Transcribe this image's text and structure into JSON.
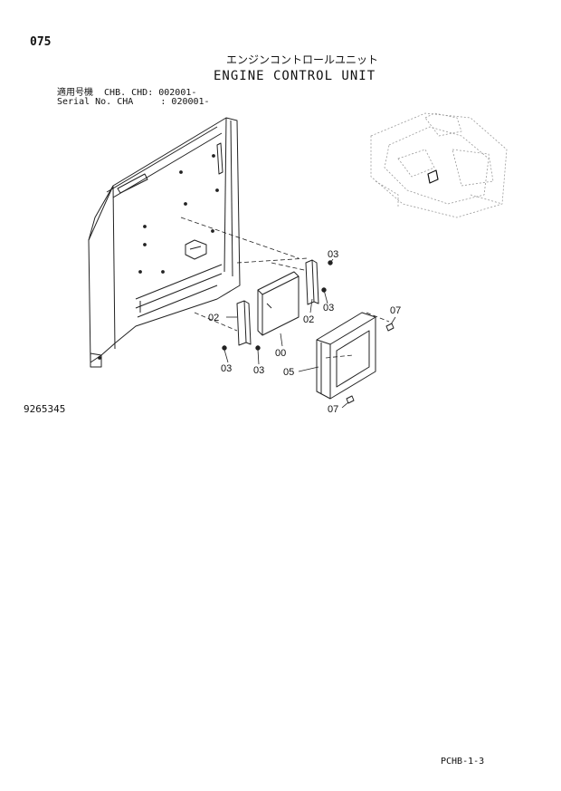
{
  "page_number": "075",
  "title_jp": "エンジンコントロールユニット",
  "title_en": "ENGINE CONTROL UNIT",
  "serial_line1": "適用号機  CHB. CHD: 002001-",
  "serial_line2": "Serial No. CHA     : 020001-",
  "figure_number": "9265345",
  "page_code": "PCHB-1-3",
  "callouts": [
    "03",
    "03",
    "02",
    "02",
    "00",
    "03",
    "03",
    "07",
    "05",
    "07"
  ]
}
